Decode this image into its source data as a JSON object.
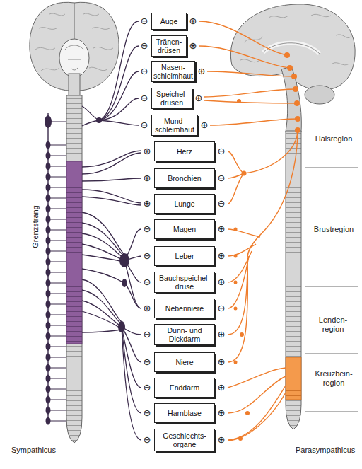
{
  "diagram": {
    "nodes": [
      {
        "text": [
          "Auge"
        ]
      },
      {
        "text": [
          "Tränen- drüsen"
        ]
      },
      {
        "text": [
          "Nasen- schleimhaut"
        ]
      },
      {
        "text": [
          "Speichel- drüsen"
        ]
      },
      {
        "text": [
          "Mund- schleimhaut"
        ]
      },
      {
        "text": [
          "Herz"
        ]
      },
      {
        "text": [
          "Bronchien"
        ]
      },
      {
        "text": [
          "Lunge"
        ]
      },
      {
        "text": [
          "Magen"
        ]
      },
      {
        "text": [
          "Leber"
        ]
      },
      {
        "text": [
          "Bauchspeichel- drüse"
        ]
      },
      {
        "text": [
          "Nebenniere"
        ]
      },
      {
        "text": [
          "Dünn- und Dickdarm"
        ]
      },
      {
        "text": [
          "Niere"
        ]
      },
      {
        "text": [
          "Enddarm"
        ]
      },
      {
        "text": [
          "Harnblase"
        ]
      },
      {
        "text": [
          "Geschlechts- organe"
        ]
      }
    ],
    "labels": [
      "⊖",
      "⊕",
      "⊖",
      "⊕",
      "⊖",
      "⊕",
      "⊖",
      "⊕",
      "⊖",
      "⊕",
      "⊕",
      "⊖",
      "⊕",
      "⊖",
      "⊕",
      "⊖",
      "⊖",
      "⊕",
      "⊖",
      "⊕",
      "⊖",
      "⊕",
      "⊕",
      "⊖",
      "⊖",
      "⊕",
      "⊖",
      "⊕",
      "⊖",
      "⊕",
      "⊖",
      "⊕",
      "⊖",
      "⊕",
      "Grenzstrang",
      "Halsregion",
      "Brustregion",
      "Lenden- region",
      "Kreuzbein- region",
      "Sympathicus",
      "Parasympathicus"
    ]
  }
}
